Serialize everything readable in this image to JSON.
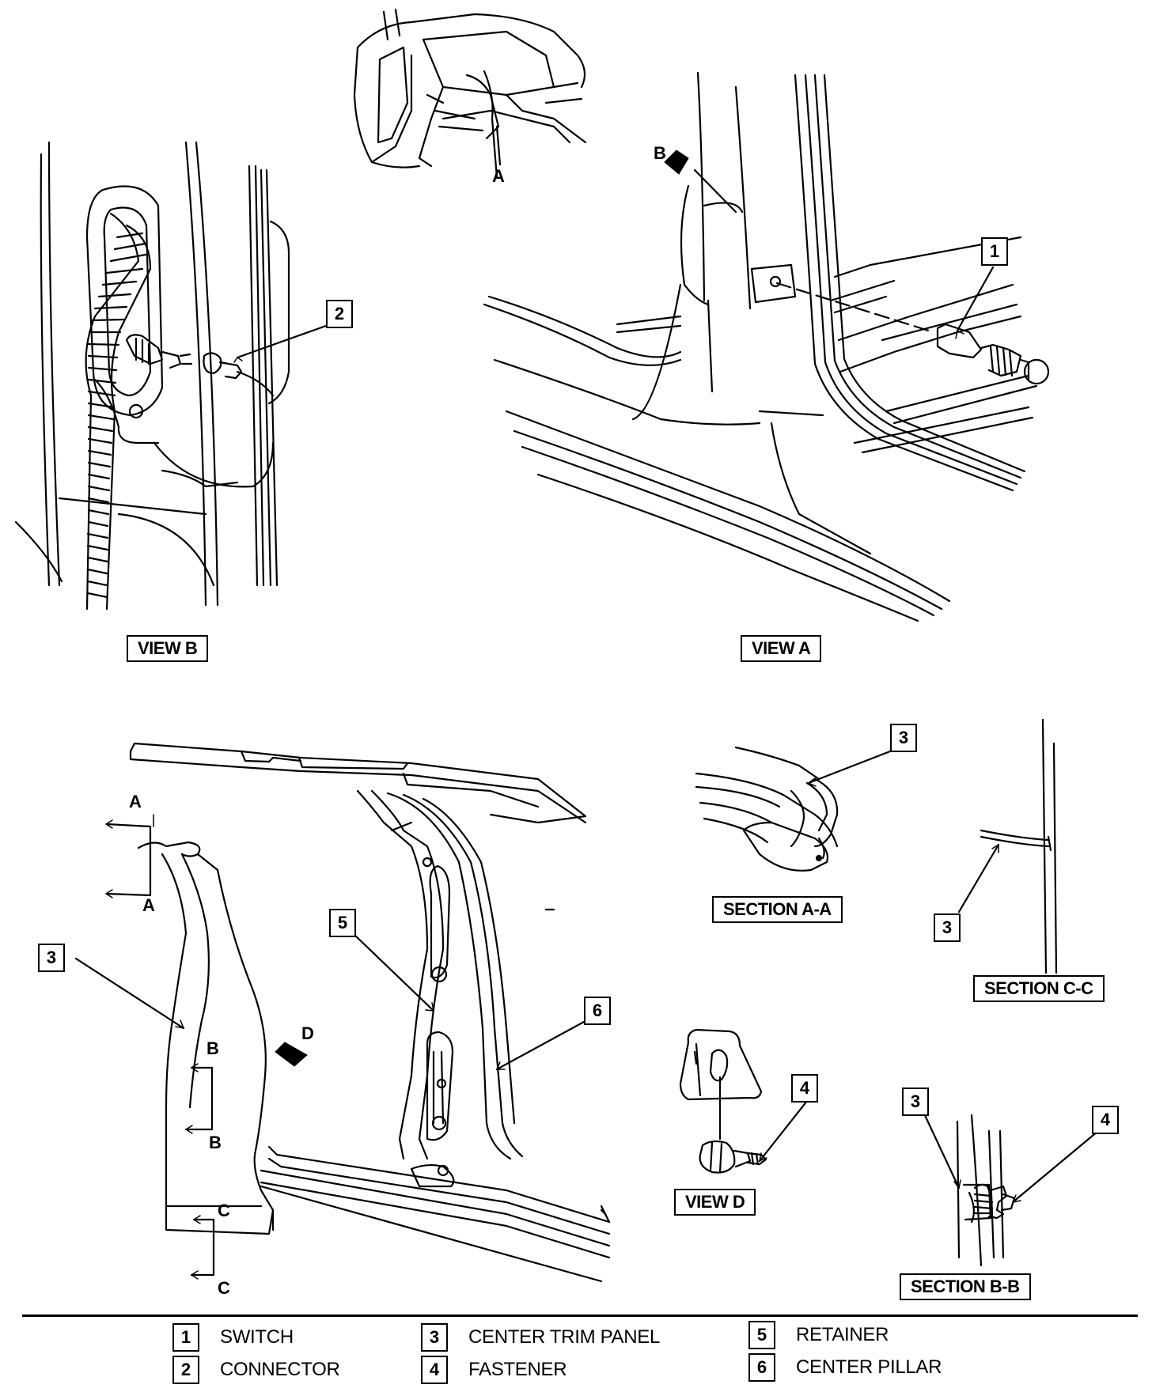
{
  "views": {
    "view_b": "VIEW B",
    "view_a": "VIEW A",
    "section_aa": "SECTION A-A",
    "section_cc": "SECTION C-C",
    "view_d": "VIEW D",
    "section_bb": "SECTION B-B"
  },
  "callouts": {
    "view_a_switch": "1",
    "view_b_connector": "2",
    "section_aa_panel": "3",
    "section_cc_panel": "3",
    "main_panel": "3",
    "main_retainer": "5",
    "main_pillar": "6",
    "view_d_fastener": "4",
    "section_bb_panel": "3",
    "section_bb_fastener": "4"
  },
  "letters": {
    "overview_a": "A",
    "view_a_b": "B",
    "main_a_top": "A",
    "main_a_bottom": "A",
    "main_b_top": "B",
    "main_b_bottom": "B",
    "main_c_top": "C",
    "main_c_bottom": "C",
    "main_d": "D"
  },
  "legend": [
    {
      "num": "1",
      "label": "SWITCH"
    },
    {
      "num": "2",
      "label": "CONNECTOR"
    },
    {
      "num": "3",
      "label": "CENTER TRIM PANEL"
    },
    {
      "num": "4",
      "label": "FASTENER"
    },
    {
      "num": "5",
      "label": "RETAINER"
    },
    {
      "num": "6",
      "label": "CENTER PILLAR"
    }
  ]
}
